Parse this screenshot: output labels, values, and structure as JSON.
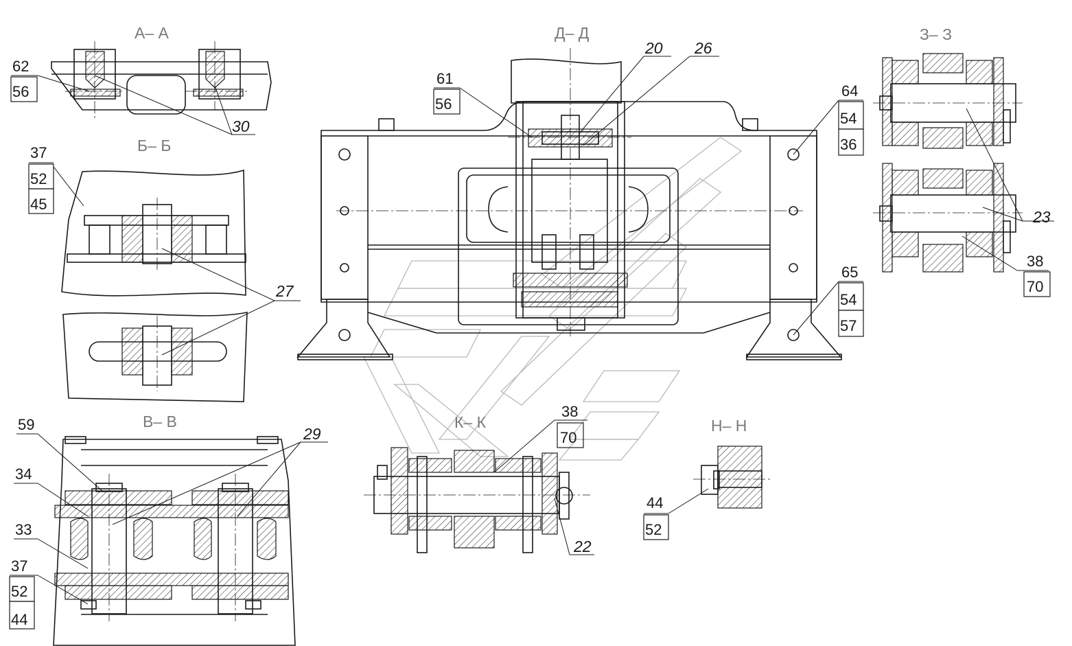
{
  "sections": {
    "aa": "А– А",
    "bb": "Б– Б",
    "vv": "В– В",
    "dd": "Д– Д",
    "zz": "З– З",
    "kk": "К– К",
    "nn": "Н– Н"
  },
  "callouts": {
    "aa_stack": [
      "62",
      "56"
    ],
    "aa_30": "30",
    "bb_stack": [
      "37",
      "52",
      "45"
    ],
    "bb_27": "27",
    "vv_59": "59",
    "vv_34": "34",
    "vv_33": "33",
    "vv_stack": [
      "37",
      "52",
      "44"
    ],
    "vv_29": "29",
    "dd_stack_61": [
      "61",
      "56"
    ],
    "dd_20": "20",
    "dd_26": "26",
    "dd_stack_64": [
      "64",
      "54",
      "36"
    ],
    "dd_stack_65": [
      "65",
      "54",
      "57"
    ],
    "zz_23": "23",
    "zz_stack": [
      "38",
      "70"
    ],
    "kk_stack": [
      "38",
      "70"
    ],
    "kk_22": "22",
    "nn_stack": [
      "44",
      "52"
    ]
  }
}
